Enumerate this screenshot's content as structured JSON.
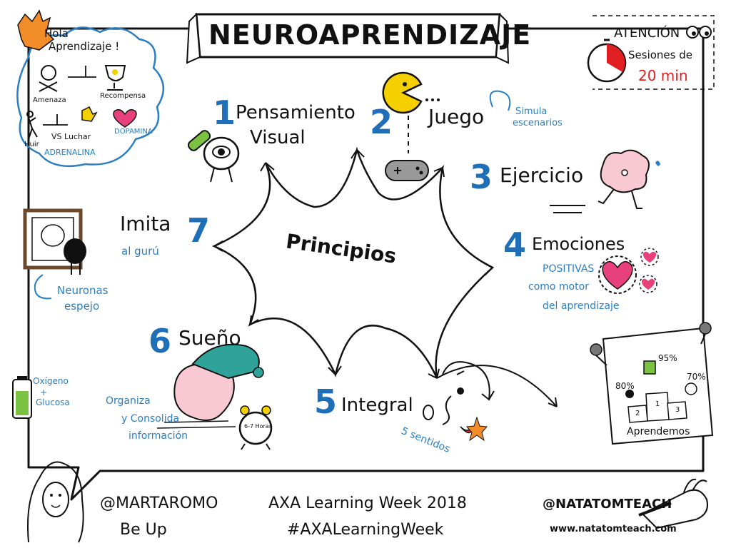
{
  "title": "NEUROAPRENDIZAJE",
  "center": "Principios",
  "intro": {
    "greeting_1": "Hola",
    "greeting_2": "Aprendizaje !",
    "amenaza": "Amenaza",
    "recompensa": "Recompensa",
    "huir": "Huir",
    "vs_luchar": "VS Luchar",
    "adrenalina": "ADRENALINA",
    "dopamina": "DOPAMINA"
  },
  "attention": {
    "title": "ATENCIÓN",
    "line1": "Sesiones de",
    "line2": "20 min"
  },
  "principles": [
    {
      "num": "1",
      "label_1": "Pensamiento",
      "label_2": "Visual"
    },
    {
      "num": "2",
      "label_1": "Juego",
      "note_1": "Simula",
      "note_2": "escenarios"
    },
    {
      "num": "3",
      "label_1": "Ejercicio"
    },
    {
      "num": "4",
      "label_1": "Emociones",
      "note_1": "POSITIVAS",
      "note_2": "como motor",
      "note_3": "del aprendizaje"
    },
    {
      "num": "5",
      "label_1": "Integral",
      "note_1": "5 sentidos"
    },
    {
      "num": "6",
      "label_1": "Sueño",
      "note_1": "Organiza",
      "note_2": "y Consolida",
      "note_3": "información",
      "clock": "6-7 Horas"
    },
    {
      "num": "7",
      "label_1": "Imita",
      "note_1": "al gurú",
      "note_2": "Neuronas",
      "note_3": "espejo"
    }
  ],
  "battery": {
    "line1": "Oxígeno",
    "line2": "+",
    "line3": "Glucosa"
  },
  "podium": {
    "p1": "95%",
    "p2": "80%",
    "p3": "70%",
    "caption": "Aprendemos",
    "pos1": "1",
    "pos2": "2",
    "pos3": "3"
  },
  "footer": {
    "author_handle": "@MARTAROMO",
    "author_company": "Be Up",
    "event": "AXA Learning Week 2018",
    "hashtag": "#AXALearningWeek",
    "illustrator_handle": "@NATATOMTEACH",
    "illustrator_site": "www.natatomteach.com"
  },
  "colors": {
    "accent_blue": "#2a7fc4",
    "number_blue": "#1f6fb8",
    "red": "#e02020",
    "pink": "#e8407a",
    "green": "#7cc242",
    "teal": "#2fa39a"
  }
}
